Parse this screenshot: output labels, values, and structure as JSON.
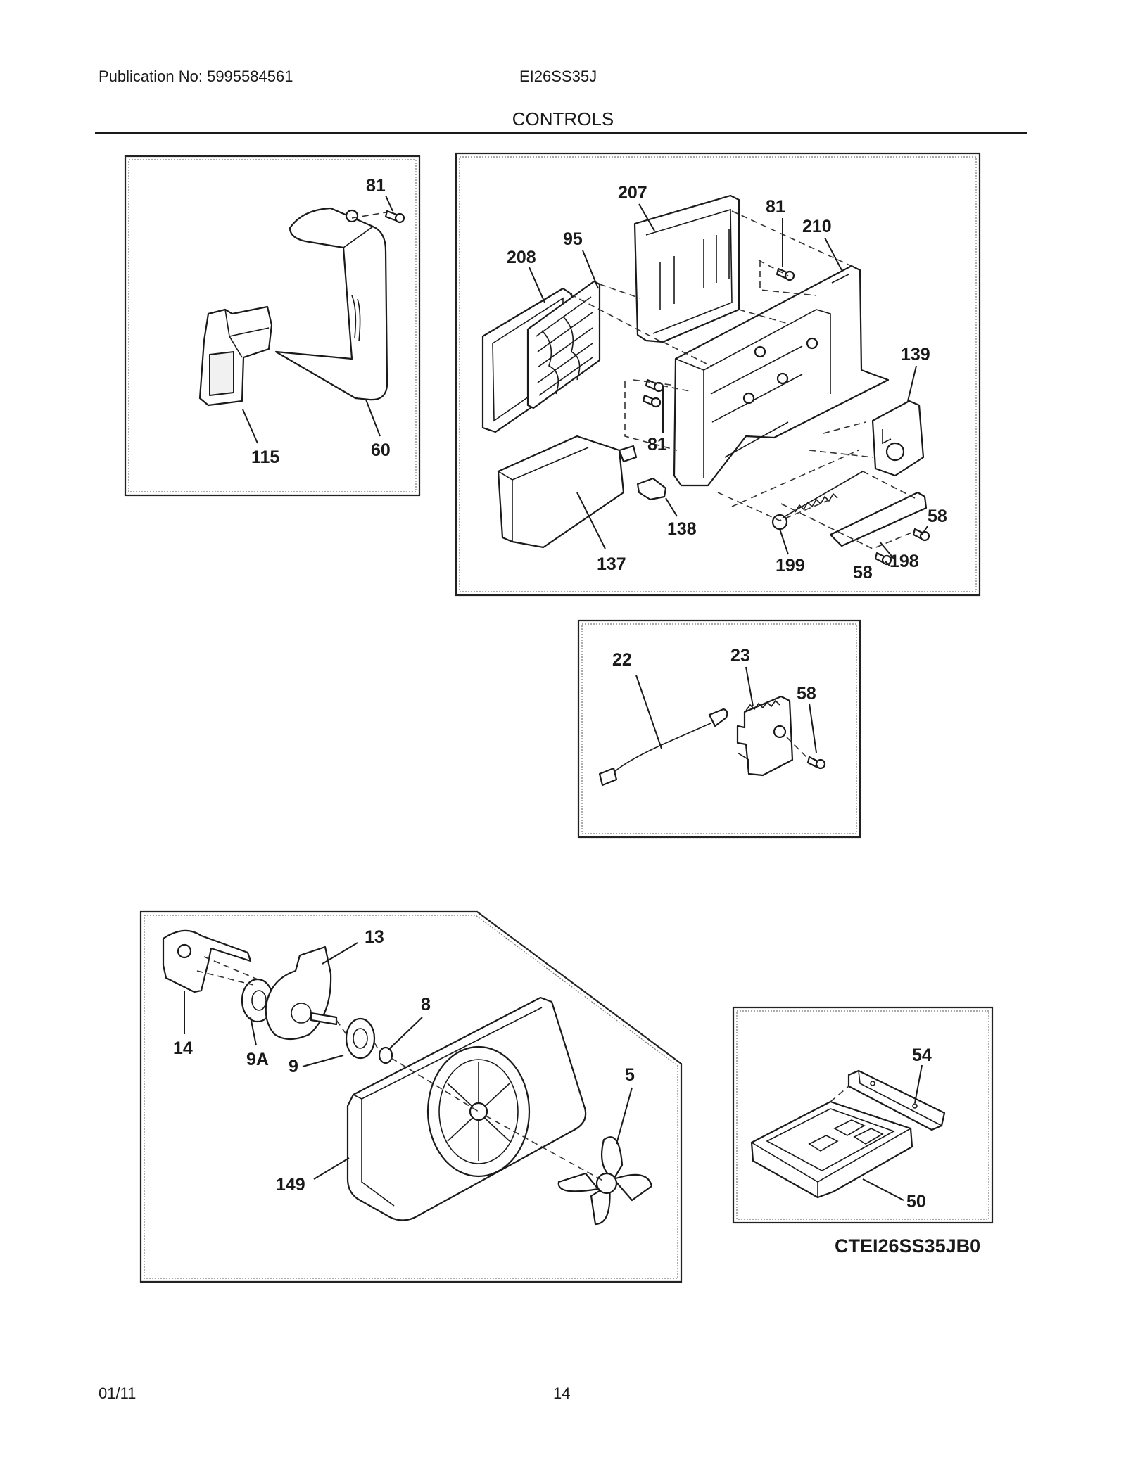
{
  "header": {
    "publication": "Publication No: 5995584561",
    "model": "EI26SS35J",
    "section": "CONTROLS"
  },
  "footer": {
    "date": "01/11",
    "page": "14"
  },
  "diagram": {
    "code": "CTEI26SS35JB0",
    "panel1": {
      "callouts": [
        "81",
        "115",
        "60"
      ]
    },
    "panel2": {
      "callouts": [
        "207",
        "81",
        "210",
        "95",
        "208",
        "139",
        "81",
        "138",
        "137",
        "199",
        "58",
        "198",
        "58"
      ]
    },
    "panel3": {
      "callouts": [
        "22",
        "23",
        "58"
      ]
    },
    "panel4": {
      "callouts": [
        "13",
        "8",
        "14",
        "9A",
        "9",
        "5",
        "149"
      ]
    },
    "panel5": {
      "callouts": [
        "54",
        "50"
      ]
    }
  }
}
